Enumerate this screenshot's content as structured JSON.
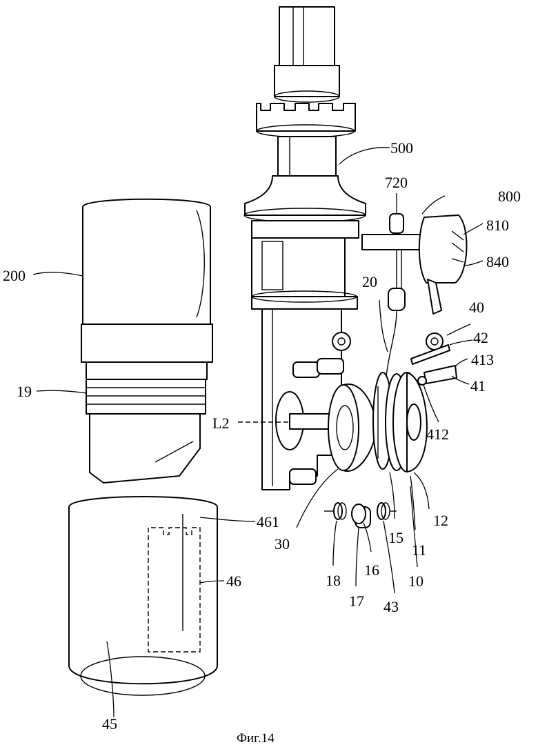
{
  "figure": {
    "caption": "Фиг.14",
    "labels": {
      "l500": "500",
      "l720": "720",
      "l800": "800",
      "l810": "810",
      "l840": "840",
      "l200": "200",
      "l20": "20",
      "l40": "40",
      "l42": "42",
      "l413": "413",
      "l19": "19",
      "l41": "41",
      "lL2": "L2",
      "l412": "412",
      "l12": "12",
      "l30": "30",
      "l461": "461",
      "l15": "15",
      "l11": "11",
      "l46": "46",
      "l18": "18",
      "l16": "16",
      "l10": "10",
      "l17": "17",
      "l43": "43",
      "l45": "45"
    }
  }
}
